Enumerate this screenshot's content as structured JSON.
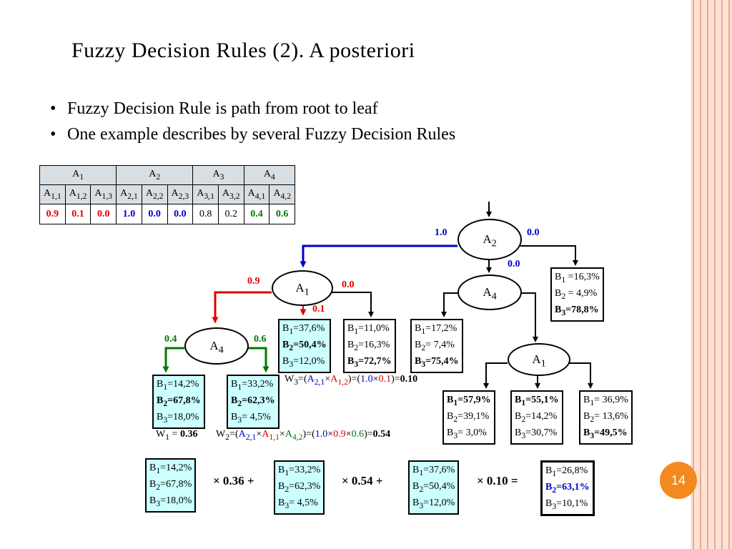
{
  "title": "Fuzzy Decision Rules (2). A posteriori",
  "bullets": [
    "Fuzzy Decision Rule is path from root to leaf",
    "One example describes by several Fuzzy Decision Rules"
  ],
  "bullet_symbol": "•",
  "page_number": "14",
  "table": {
    "groups": [
      "A1",
      "A2",
      "A3",
      "A4"
    ],
    "subheaders": [
      "A1,1",
      "A1,2",
      "A1,3",
      "A2,1",
      "A2,2",
      "A2,3",
      "A3,1",
      "A3,2",
      "A4,1",
      "A4,2"
    ],
    "values": [
      "0.9",
      "0.1",
      "0.0",
      "1.0",
      "0.0",
      "0.0",
      "0.8",
      "0.2",
      "0.4",
      "0.6"
    ]
  },
  "nodes": {
    "root": "A2",
    "left": "A1",
    "middle": "A4",
    "bottom_left": "A4",
    "bottom_right": "A1"
  },
  "edge_labels": {
    "root_left": "1.0",
    "root_right": "0.0",
    "root_middle": "0.0",
    "a1_left": "0.9",
    "a1_right": "0.0",
    "a1_middle": "0.1",
    "a4_left": "0.4",
    "a4_right": "0.6"
  },
  "leaves": {
    "a2_right": [
      "B1 =16,3%",
      "B2 = 4,9%",
      "B3=78,8%"
    ],
    "a1_middle": [
      "B1=37,6%",
      "B2=50,4%",
      "B3=12,0%"
    ],
    "a1_right": [
      "B1=11,0%",
      "B2=16,3%",
      "B3=72,7%"
    ],
    "a4_left_mid": [
      "B1=17,2%",
      "B2= 7,4%",
      "B3=75,4%"
    ],
    "a4_left_leaf": [
      "B1=14,2%",
      "B2=67,8%",
      "B3=18,0%"
    ],
    "a4_right_leaf": [
      "B1=33,2%",
      "B2=62,3%",
      "B3= 4,5%"
    ],
    "a1_bottom_left": [
      "B1=57,9%",
      "B2=39,1%",
      "B3= 3,0%"
    ],
    "a1_bottom_mid": [
      "B1=55,1%",
      "B2=14,2%",
      "B3=30,7%"
    ],
    "a1_bottom_right": [
      "B1= 36,9%",
      "B2= 13,6%",
      "B3=49,5%"
    ]
  },
  "weights": {
    "w1": "W1 = 0.36",
    "w2": "W2=(A2,1×A1,1×A4,2)=(1.0×0.9×0.6)=0.54",
    "w3": "W3=(A2,1×A1,2)=(1.0×0.1)=0.10"
  },
  "equation": {
    "box1": [
      "B1=14,2%",
      "B2=67,8%",
      "B3=18,0%"
    ],
    "op1": "× 0.36 +",
    "box2": [
      "B1=33,2%",
      "B2=62,3%",
      "B3= 4,5%"
    ],
    "op2": "× 0.54 +",
    "box3": [
      "B1=37,6%",
      "B2=50,4%",
      "B3=12,0%"
    ],
    "op3": "× 0.10 =",
    "result": [
      "B1=26,8%",
      "B2=63,1%",
      "B3=10,1%"
    ]
  },
  "colors": {
    "red": "#e00000",
    "blue": "#0000c8",
    "green": "#007a00",
    "cyan": "#ccffff",
    "orange": "#f28a1e",
    "stripe": "#f4c2b0"
  }
}
